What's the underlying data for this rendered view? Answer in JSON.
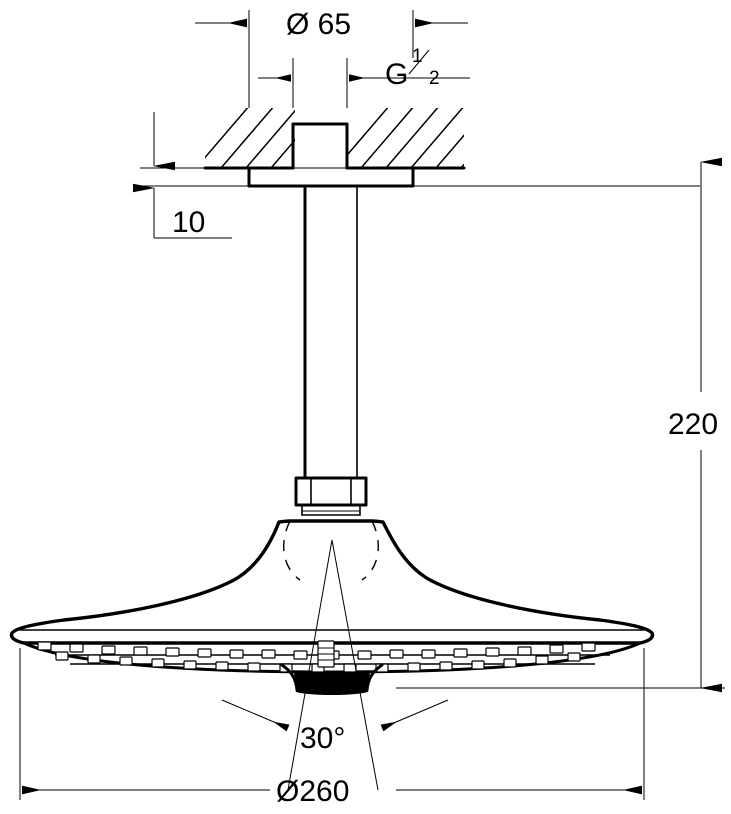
{
  "drawing": {
    "title": "Ceiling-mounted shower head technical dimension drawing",
    "units": "mm",
    "line_color": "#000000",
    "background_color": "#ffffff"
  },
  "dimensions": {
    "flange_diameter": {
      "label": "Ø 65",
      "name": "flange-diameter-dimension",
      "value": 65,
      "unit": "mm",
      "orientation": "horizontal",
      "position": "top"
    },
    "thread": {
      "label_prefix": "G",
      "numerator": "1",
      "denominator": "2",
      "name": "thread-size-callout",
      "value": "G 1/2",
      "orientation": "horizontal",
      "position": "top-right"
    },
    "flange_height": {
      "label": "10",
      "name": "flange-height-dimension",
      "value": 10,
      "unit": "mm",
      "orientation": "vertical",
      "position": "left"
    },
    "overall_height": {
      "label": "220",
      "name": "overall-height-dimension",
      "value": 220,
      "unit": "mm",
      "orientation": "vertical",
      "position": "right"
    },
    "spray_angle": {
      "label": "30°",
      "name": "spray-angle-dimension",
      "value": 30,
      "unit": "degrees",
      "orientation": "angular",
      "position": "bottom-center"
    },
    "head_diameter": {
      "label": "Ø260",
      "name": "head-diameter-dimension",
      "value": 260,
      "unit": "mm",
      "orientation": "horizontal",
      "position": "bottom"
    }
  },
  "components": {
    "ceiling": "ceiling-section-hatched",
    "escutcheon": "escutcheon-flange",
    "arm": "shower-arm-tube",
    "nut": "hex-coupling-nut",
    "head": "shower-head-body",
    "spray_face": "spray-nozzle-face",
    "center_outlet": "center-outlet"
  }
}
